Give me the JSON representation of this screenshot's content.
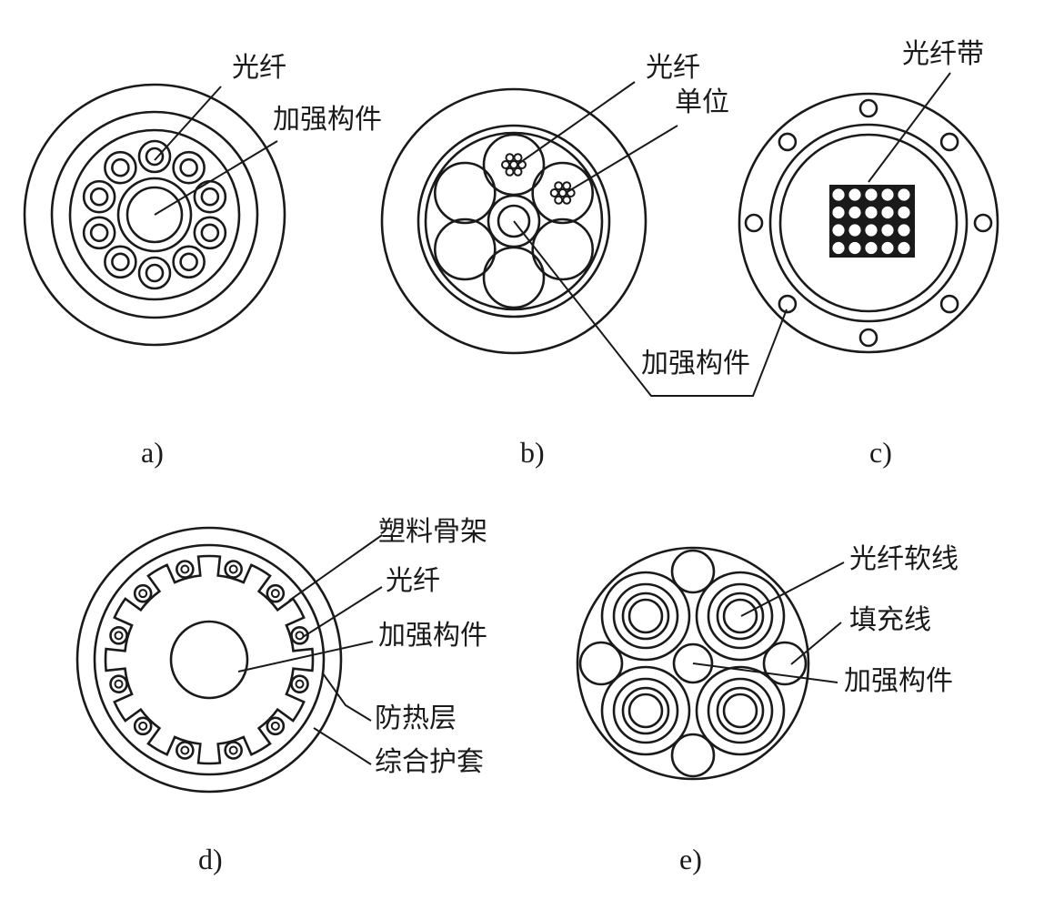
{
  "colors": {
    "stroke": "#1a1a1a",
    "background": "#ffffff"
  },
  "figures": [
    {
      "caption": "a)",
      "labels": {
        "fiber": "光纤",
        "strength_member": "加强构件"
      }
    },
    {
      "caption": "b)",
      "labels": {
        "fiber": "光纤",
        "unit": "单位",
        "strength_member": "加强构件"
      }
    },
    {
      "caption": "c)",
      "labels": {
        "fiber_ribbon": "光纤带"
      }
    },
    {
      "caption": "d)",
      "labels": {
        "plastic_skeleton": "塑料骨架",
        "fiber": "光纤",
        "strength_member": "加强构件",
        "heat_shield": "防热层",
        "outer_jacket": "综合护套"
      }
    },
    {
      "caption": "e)",
      "labels": {
        "fiber_cord": "光纤软线",
        "filler": "填充线",
        "strength_member": "加强构件"
      }
    }
  ]
}
